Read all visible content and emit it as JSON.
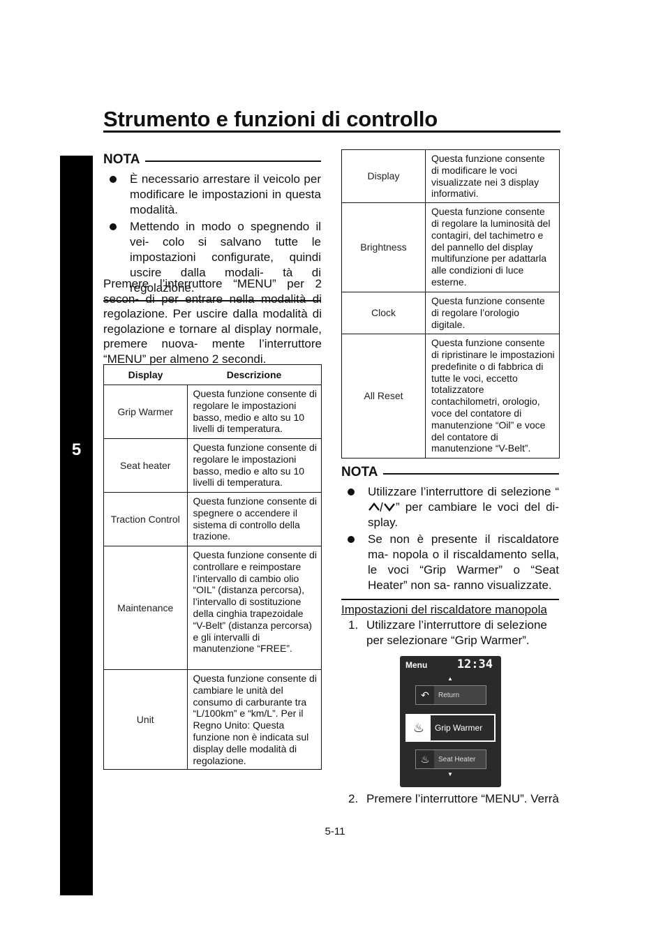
{
  "header": {
    "title": "Strumento e funzioni di controllo"
  },
  "chapter_tab": "5",
  "nota1": {
    "label": "NOTA",
    "items": [
      "È necessario arrestare il veicolo per modificare le impostazioni in questa modalità.",
      "Mettendo in modo o spegnendo il vei- colo si salvano tutte le impostazioni configurate, quindi uscire dalla modali- tà di regolazione."
    ]
  },
  "intro_paragraph": "Premere l’interruttore “MENU” per 2 secon- di per entrare nella modalità di regolazione. Per uscire dalla modalità di regolazione e tornare al display normale, premere nuova- mente l’interruttore “MENU” per almeno 2 secondi.",
  "table": {
    "headers": {
      "display": "Display",
      "descrizione": "Descrizione"
    },
    "rows_left": [
      {
        "name": "Grip Warmer",
        "desc": "Questa funzione consente di regolare le impostazioni basso, medio e alto su 10 livelli di temperatura."
      },
      {
        "name": "Seat heater",
        "desc": "Questa funzione consente di regolare le impostazioni basso, medio e alto su 10 livelli di temperatura."
      },
      {
        "name": "Traction Control",
        "desc": "Questa funzione consente di spegnere o accendere il sistema di controllo della trazione."
      },
      {
        "name": "Maintenance",
        "desc": "Questa funzione consente di controllare e reimpostare l’intervallo di cambio olio “OIL” (distanza percorsa), l’intervallo di sostituzione della cinghia trapezoidale “V-Belt” (distanza percorsa) e gli intervalli di manutenzione “FREE”."
      },
      {
        "name": "Unit",
        "desc": "Questa funzione consente di cambiare le unità del consumo di carburante tra “L/100km” e “km/L”. Per il Regno Unito: Questa funzione non è indicata sul display delle modalità di regolazione."
      }
    ],
    "rows_right": [
      {
        "name": "Display",
        "desc": "Questa funzione consente di modificare le voci visualizzate nei 3 display informativi."
      },
      {
        "name": "Brightness",
        "desc": "Questa funzione consente di regolare la luminosità del contagiri, del tachimetro e del pannello del display multifunzione per adattarla alle condizioni di luce esterne."
      },
      {
        "name": "Clock",
        "desc": "Questa funzione consente di regolare l’orologio digitale."
      },
      {
        "name": "All Reset",
        "desc": "Questa funzione consente di ripristinare le impostazioni predefinite o di fabbrica di tutte le voci, eccetto totalizzatore contachilometri, orologio, voce del contatore di manutenzione “Oil” e voce del contatore di manutenzione “V-Belt”."
      }
    ]
  },
  "nota2": {
    "label": "NOTA",
    "item1_pre": "Utilizzare l’interruttore di selezione “",
    "item1_post": "” per cambiare le voci del di- splay.",
    "item2": "Se non è presente il riscaldatore ma- nopola o il riscaldamento sella, le voci “Grip Warmer” o “Seat Heater” non sa- ranno visualizzate."
  },
  "section": {
    "heading": "Impostazioni del riscaldatore manopola",
    "step1_num": "1.",
    "step1": "Utilizzare l’interruttore di selezione per selezionare “Grip Warmer”.",
    "step2_num": "2.",
    "step2": "Premere l’interruttore “MENU”. Verrà"
  },
  "screen": {
    "menu": "Menu",
    "clock": "12:34",
    "items": [
      "Return",
      "Grip Warmer",
      "Seat Heater"
    ]
  },
  "footer": {
    "page": "5-11"
  }
}
